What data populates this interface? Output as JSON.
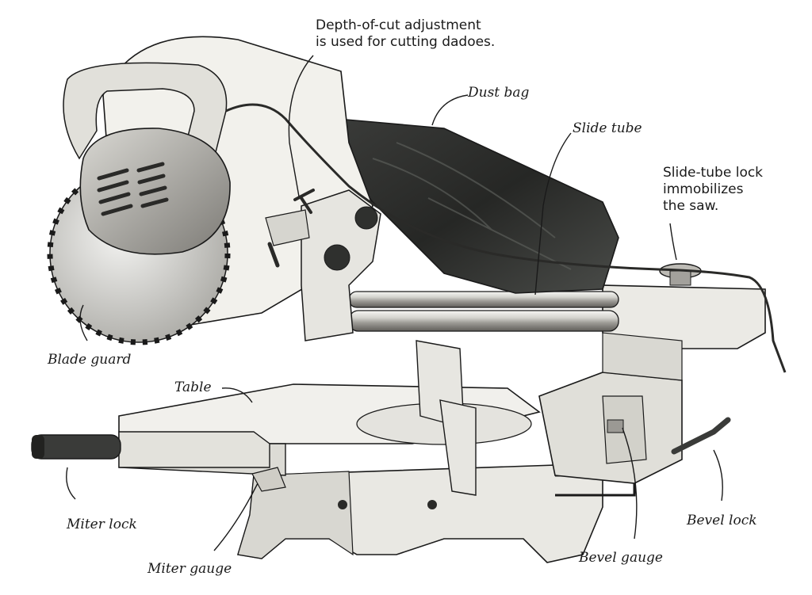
{
  "colors": {
    "ink": "#1a1a1a",
    "metal_light": "#ecebe6",
    "metal_mid": "#cfcdc6",
    "metal_dark": "#8d8b86",
    "bag_dark": "#2e2f2d",
    "bag_mid": "#474946"
  },
  "callouts": {
    "depth_of_cut": {
      "line1": "Depth-of-cut adjustment",
      "line2": "is used for cutting dadoes."
    },
    "dust_bag": "Dust bag",
    "slide_tube": "Slide tube",
    "slide_tube_lock": {
      "line1": "Slide-tube lock",
      "line2": "immobilizes",
      "line3": "the saw."
    },
    "blade_guard": "Blade guard",
    "table": "Table",
    "miter_lock": "Miter lock",
    "miter_gauge": "Miter gauge",
    "bevel_gauge": "Bevel gauge",
    "bevel_lock": "Bevel lock"
  }
}
